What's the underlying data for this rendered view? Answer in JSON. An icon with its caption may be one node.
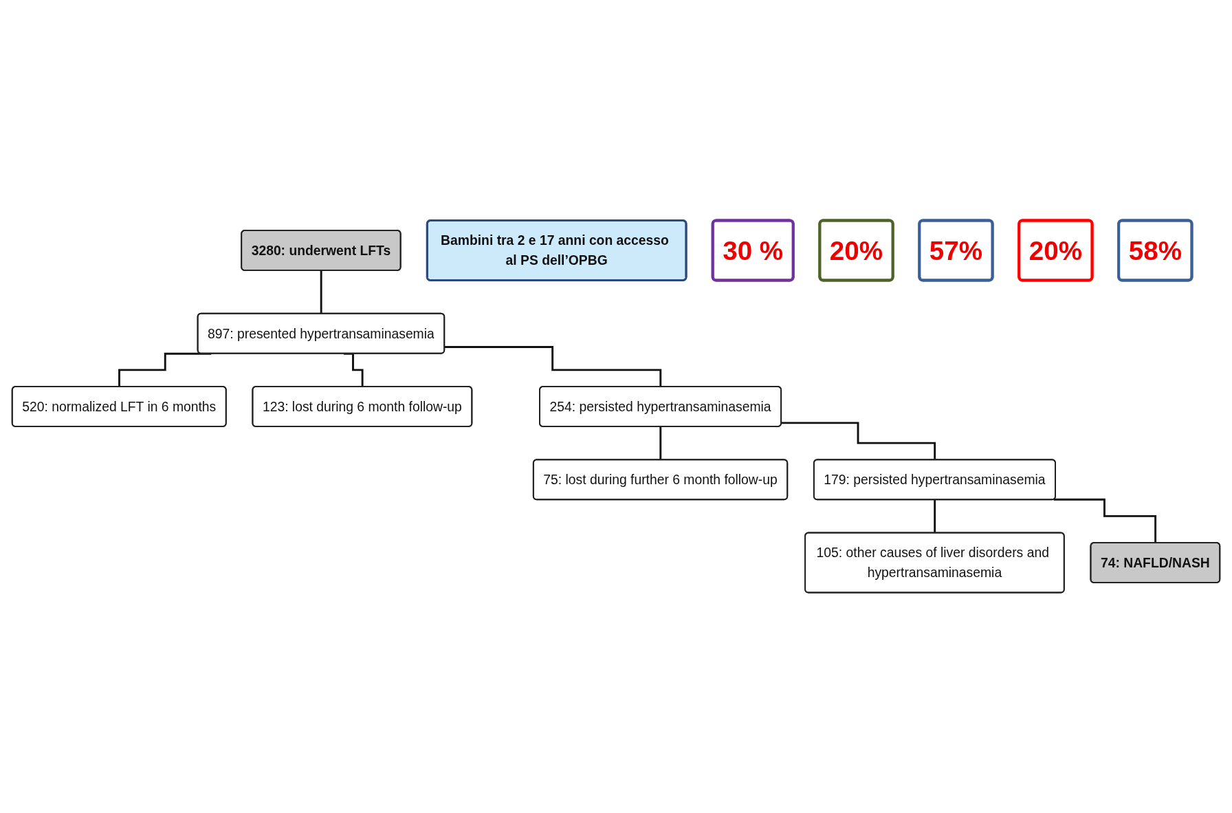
{
  "diagram": {
    "nodes": [
      {
        "text": [
          "3280: underwent LFTs"
        ]
      },
      {
        "text": [
          "Bambini tra 2 e 17 anni con accesso al PS dell’OPBG"
        ]
      },
      {
        "text": [
          "897: presented hypertransaminasemia"
        ]
      },
      {
        "text": [
          "30 %"
        ]
      },
      {
        "text": [
          "520: normalized LFT in 6 months"
        ]
      },
      {
        "text": [
          "123: lost during 6 month follow-up"
        ]
      },
      {
        "text": [
          "254: persisted hypertransaminasemia"
        ]
      },
      {
        "text": [
          "20%"
        ]
      },
      {
        "text": [
          "57%"
        ]
      },
      {
        "text": [
          "75: lost during further 6 month follow-up"
        ]
      },
      {
        "text": [
          "179: persisted hypertransaminasemia"
        ]
      },
      {
        "text": [
          "74: NAFLD/NASH"
        ]
      },
      {
        "text": [
          "20%"
        ]
      },
      {
        "text": [
          "58%"
        ]
      },
      {
        "text": [
          "105: other causes of liver disorders and hypertransaminasemia"
        ]
      }
    ],
    "edges": [
      {
        "from": 0,
        "to": 2,
        "arrow": "none"
      },
      {
        "from": 2,
        "to": 4,
        "arrow": "none"
      },
      {
        "from": 2,
        "to": 5,
        "arrow": "none"
      },
      {
        "from": 2,
        "to": 6,
        "arrow": "none"
      },
      {
        "from": 6,
        "to": 9,
        "arrow": "none"
      },
      {
        "from": 6,
        "to": 10,
        "arrow": "none"
      },
      {
        "from": 10,
        "to": 14,
        "arrow": "none"
      },
      {
        "from": 10,
        "to": 11,
        "arrow": "none"
      }
    ]
  }
}
